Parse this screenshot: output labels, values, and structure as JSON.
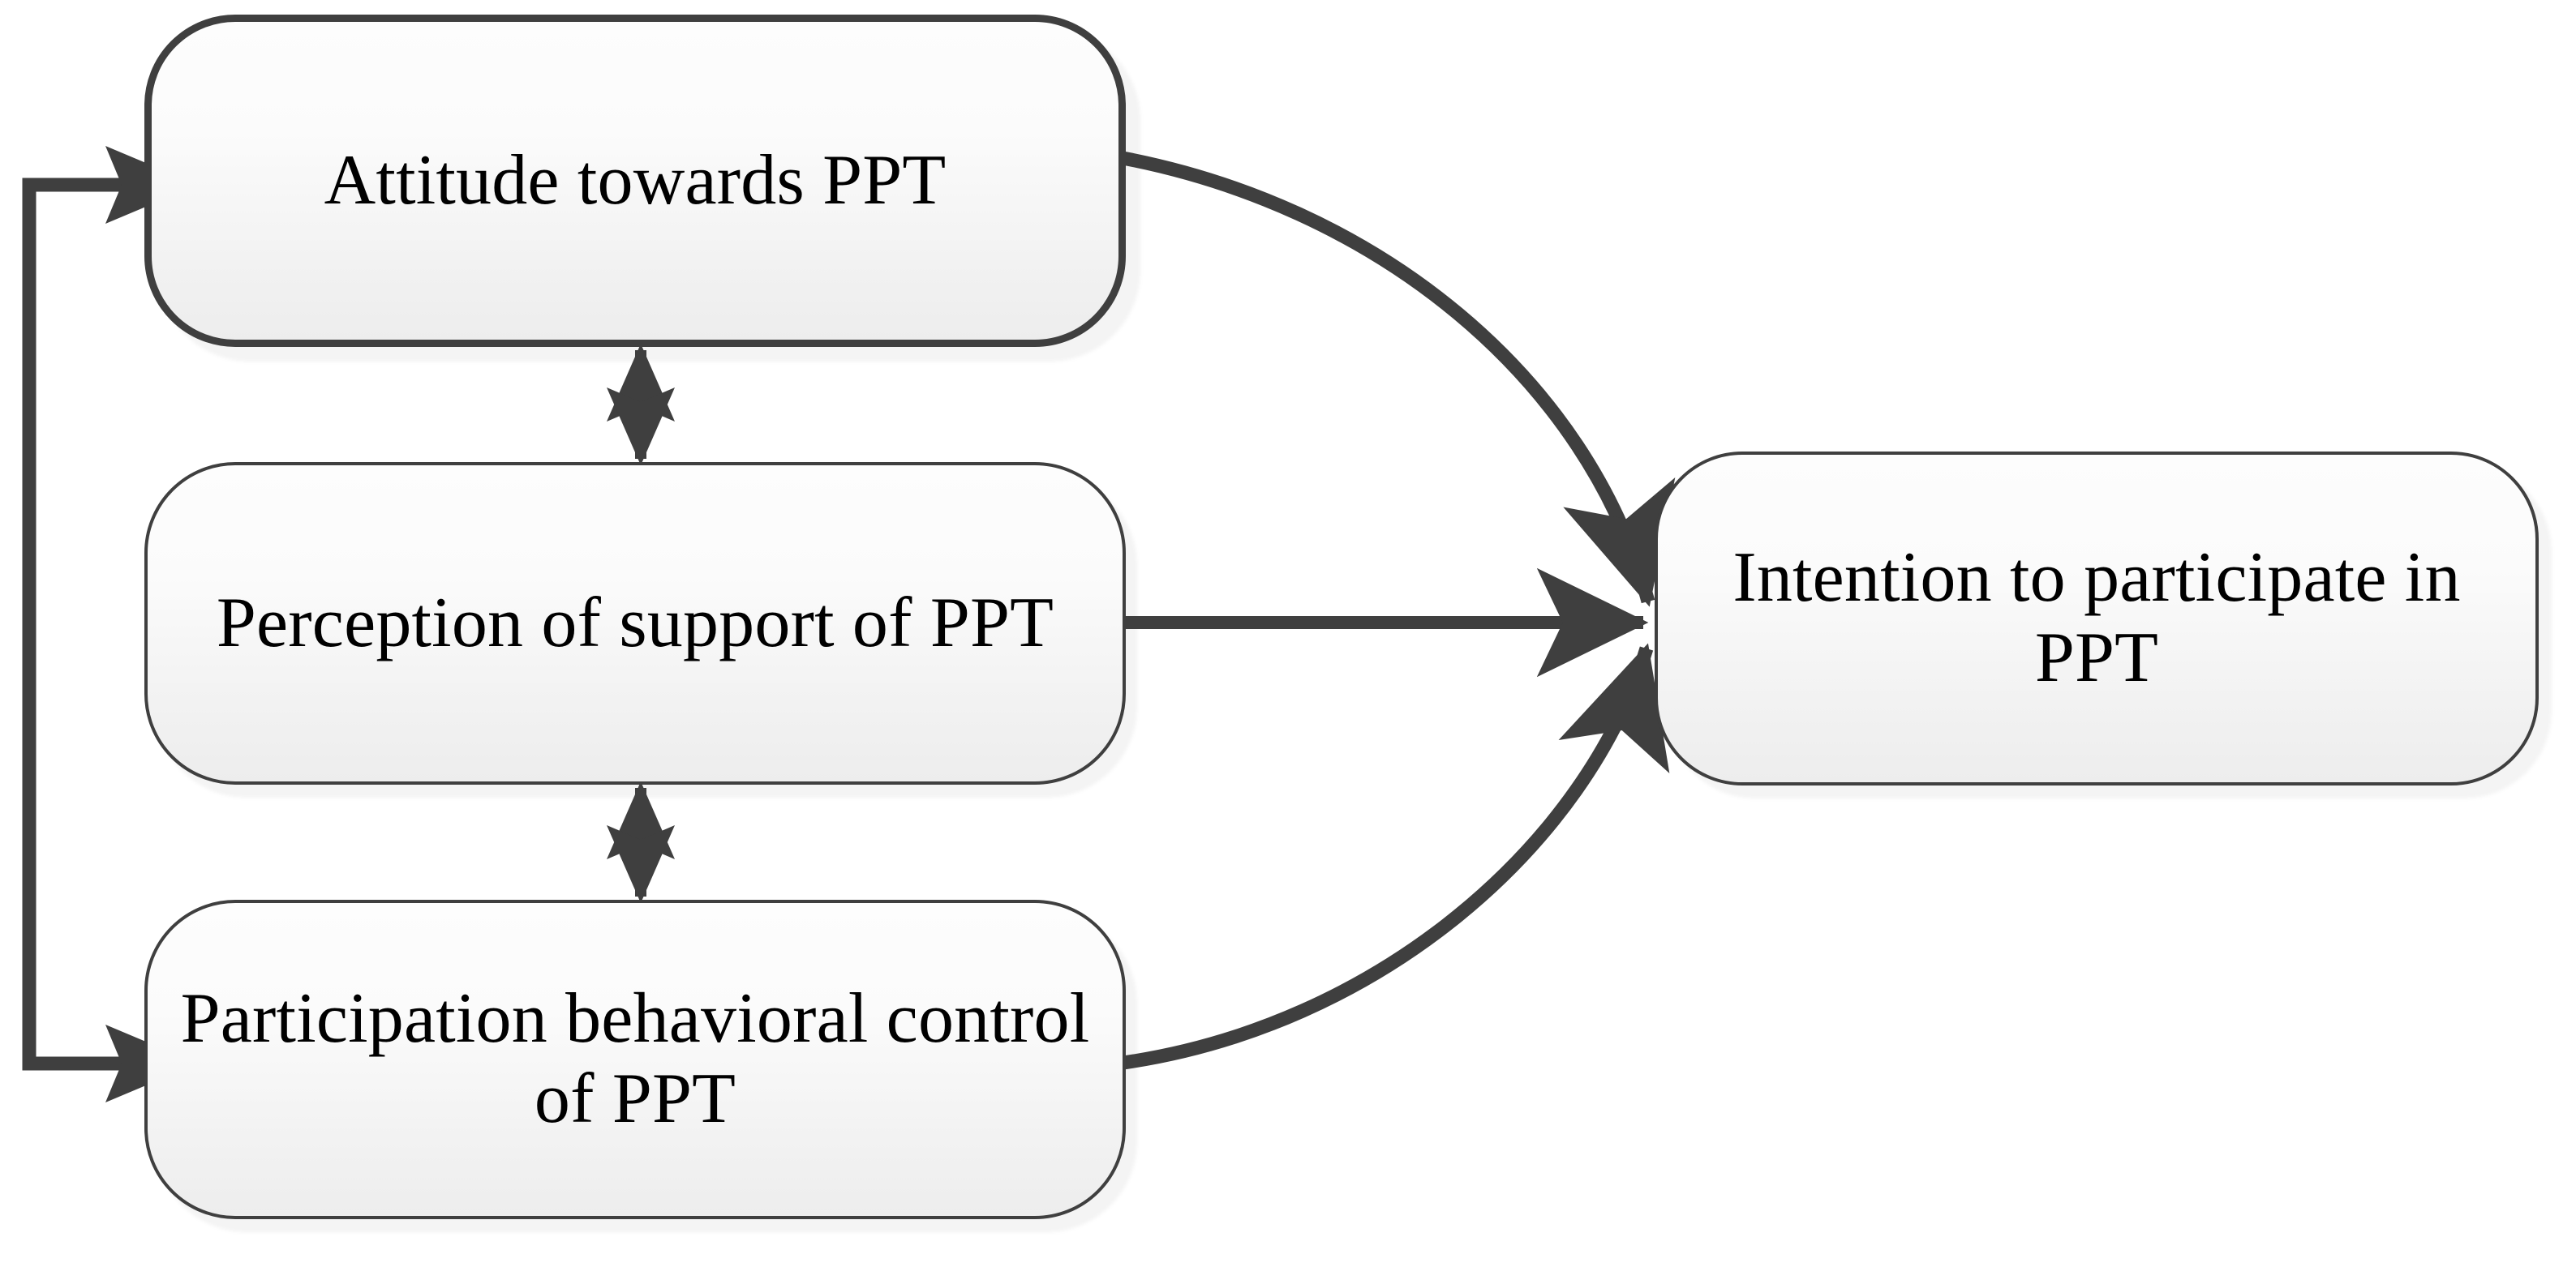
{
  "diagram": {
    "type": "conceptual-model-flow",
    "title": "",
    "background_color": "#ffffff",
    "stroke_color": "#3f3f3f",
    "fill_color": "#f5f5f5",
    "text_color": "#000000",
    "nodes": [
      {
        "id": "attitude",
        "label": "Attitude towards PPT",
        "lines": [
          "Attitude towards PPT"
        ],
        "position": "top-left",
        "shape": "rounded-rectangle"
      },
      {
        "id": "perception",
        "label": "Perception of support of PPT",
        "lines": [
          "Perception of support of",
          "PPT"
        ],
        "position": "middle-left",
        "shape": "rounded-rectangle"
      },
      {
        "id": "control",
        "label": "Participation behavioral control of PPT",
        "lines": [
          "Participation behavioral",
          "control of PPT"
        ],
        "position": "bottom-left",
        "shape": "rounded-rectangle"
      },
      {
        "id": "intention",
        "label": "Intention to participate in PPT",
        "lines": [
          "Intention to participate",
          "in PPT"
        ],
        "position": "right-center",
        "shape": "rounded-rectangle"
      }
    ],
    "edges": [
      {
        "id": "attitude-to-intention",
        "from": "attitude",
        "to": "intention",
        "style": "curved",
        "arrowheads": "single",
        "label": ""
      },
      {
        "id": "perception-to-intention",
        "from": "perception",
        "to": "intention",
        "style": "straight",
        "arrowheads": "single",
        "label": ""
      },
      {
        "id": "control-to-intention",
        "from": "control",
        "to": "intention",
        "style": "curved",
        "arrowheads": "single",
        "label": ""
      },
      {
        "id": "attitude-perception-correlation",
        "from": "attitude",
        "to": "perception",
        "style": "straight",
        "arrowheads": "double",
        "label": ""
      },
      {
        "id": "perception-control-correlation",
        "from": "perception",
        "to": "control",
        "style": "straight",
        "arrowheads": "double",
        "label": ""
      },
      {
        "id": "bracket-to-attitude-and-control",
        "from": "",
        "to": "attitude, control",
        "style": "bracket",
        "arrowheads": "single-each-end",
        "label": ""
      }
    ]
  }
}
